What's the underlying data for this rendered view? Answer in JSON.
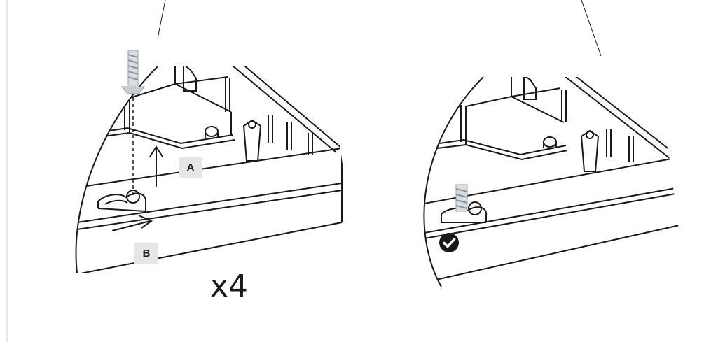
{
  "callouts": {
    "a": "A",
    "b": "B"
  },
  "multiplier": "x4",
  "icons": {
    "checkmark": "check-circle-icon",
    "screw": "screw-icon",
    "arrow_up": "arrow-up-icon",
    "arrow_right": "arrow-right-icon"
  },
  "colors": {
    "line": "#1a1a1a",
    "callout_bg": "#e6e6e6",
    "frame": "#cccccc",
    "screw": "#bfc6cc"
  }
}
